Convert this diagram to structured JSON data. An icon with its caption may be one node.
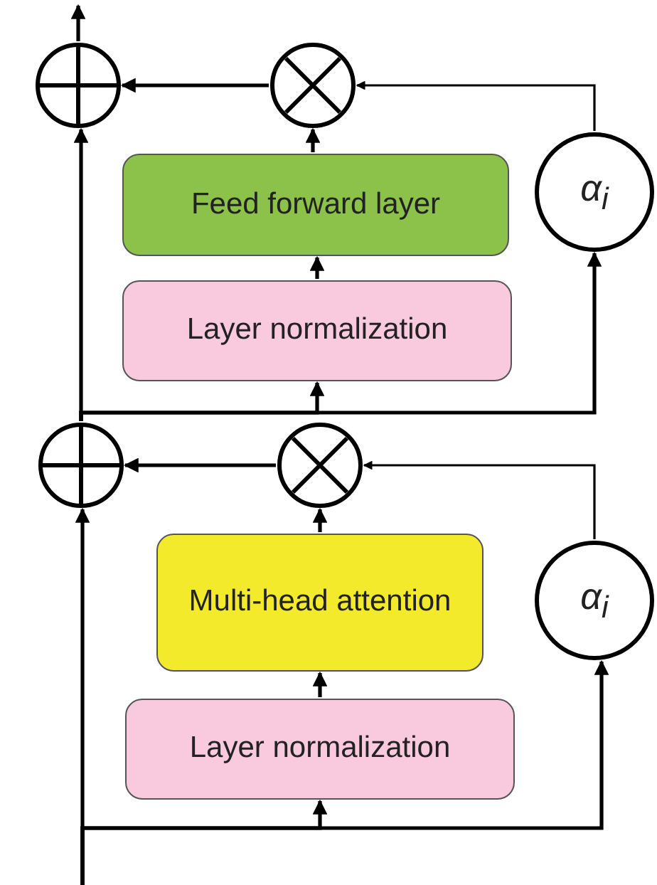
{
  "diagram": {
    "nodes": [
      {
        "text": [],
        "shape": "circle"
      },
      {
        "text": [],
        "shape": "circle"
      },
      {
        "text": [
          "Feed forward layer"
        ]
      },
      {
        "text": [
          "α$_{i}$"
        ]
      },
      {
        "text": [
          "Layer normalization"
        ]
      },
      {
        "text": [],
        "shape": "circle"
      },
      {
        "text": [],
        "shape": "circle"
      },
      {
        "text": [
          "Multi-head attention"
        ]
      },
      {
        "text": [
          "α$_{i}$"
        ]
      },
      {
        "text": [
          "Layer normalization"
        ]
      }
    ],
    "edges": [
      {
        "from": null,
        "to": 5,
        "arrow": "to"
      },
      {
        "from": null,
        "to": 9,
        "arrow": "to"
      },
      {
        "from": null,
        "to": 8,
        "arrow": "to"
      },
      {
        "from": 9,
        "to": 7,
        "arrow": "to"
      },
      {
        "from": 7,
        "to": 6,
        "arrow": "to"
      },
      {
        "from": 8,
        "to": 6,
        "arrow": "to"
      },
      {
        "from": 6,
        "to": 5,
        "arrow": "to"
      },
      {
        "from": 5,
        "to": 4,
        "arrow": "to"
      },
      {
        "from": 5,
        "to": 3,
        "arrow": "to"
      },
      {
        "from": 5,
        "to": 0,
        "arrow": "to"
      },
      {
        "from": 4,
        "to": 2,
        "arrow": "to"
      },
      {
        "from": 2,
        "to": 1,
        "arrow": "to"
      },
      {
        "from": 3,
        "to": 1,
        "arrow": "to"
      },
      {
        "from": 1,
        "to": 0,
        "arrow": "to"
      },
      {
        "from": 0,
        "to": null,
        "arrow": "to"
      }
    ]
  }
}
